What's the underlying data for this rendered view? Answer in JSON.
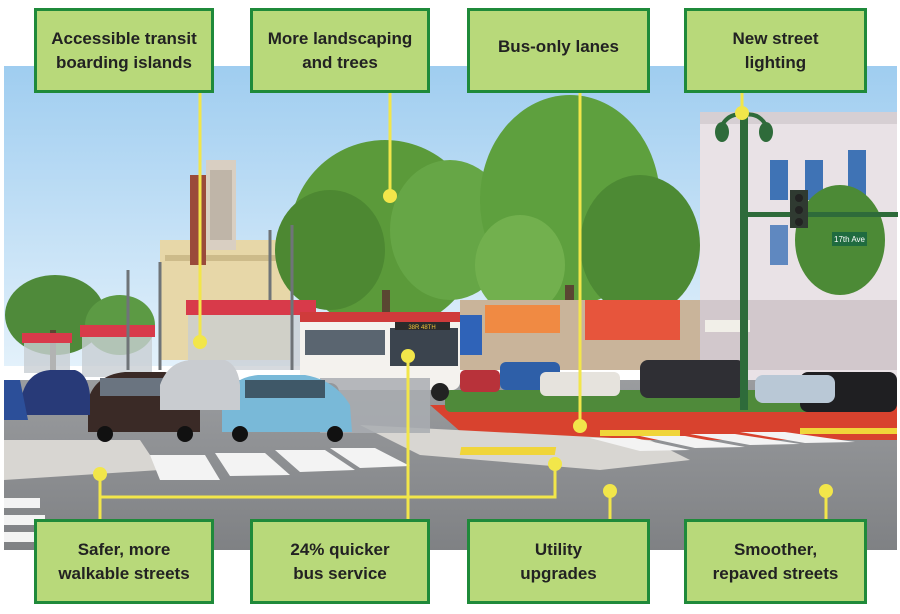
{
  "callouts": {
    "top": [
      {
        "line1": "Accessible transit",
        "line2": "boarding islands"
      },
      {
        "line1": "More landscaping",
        "line2": "and trees"
      },
      {
        "line1": "Bus-only lanes",
        "line2": ""
      },
      {
        "line1": "New street",
        "line2": "lighting"
      }
    ],
    "bottom": [
      {
        "line1": "Safer, more",
        "line2": "walkable streets"
      },
      {
        "line1": "24% quicker",
        "line2": "bus service"
      },
      {
        "line1": "Utility",
        "line2": "upgrades"
      },
      {
        "line1": "Smoother,",
        "line2": "repaved streets"
      }
    ]
  },
  "scene_signs": {
    "street_sign": "17th Ave",
    "bus_destination": "38R 48TH"
  },
  "colors": {
    "callout_fill": "#b8d97a",
    "callout_border": "#1f8a3a",
    "leader_line": "#f2e64a",
    "bus_lane": "#d8422e",
    "sky": "#b9dcf3",
    "asphalt": "#8f9194"
  }
}
